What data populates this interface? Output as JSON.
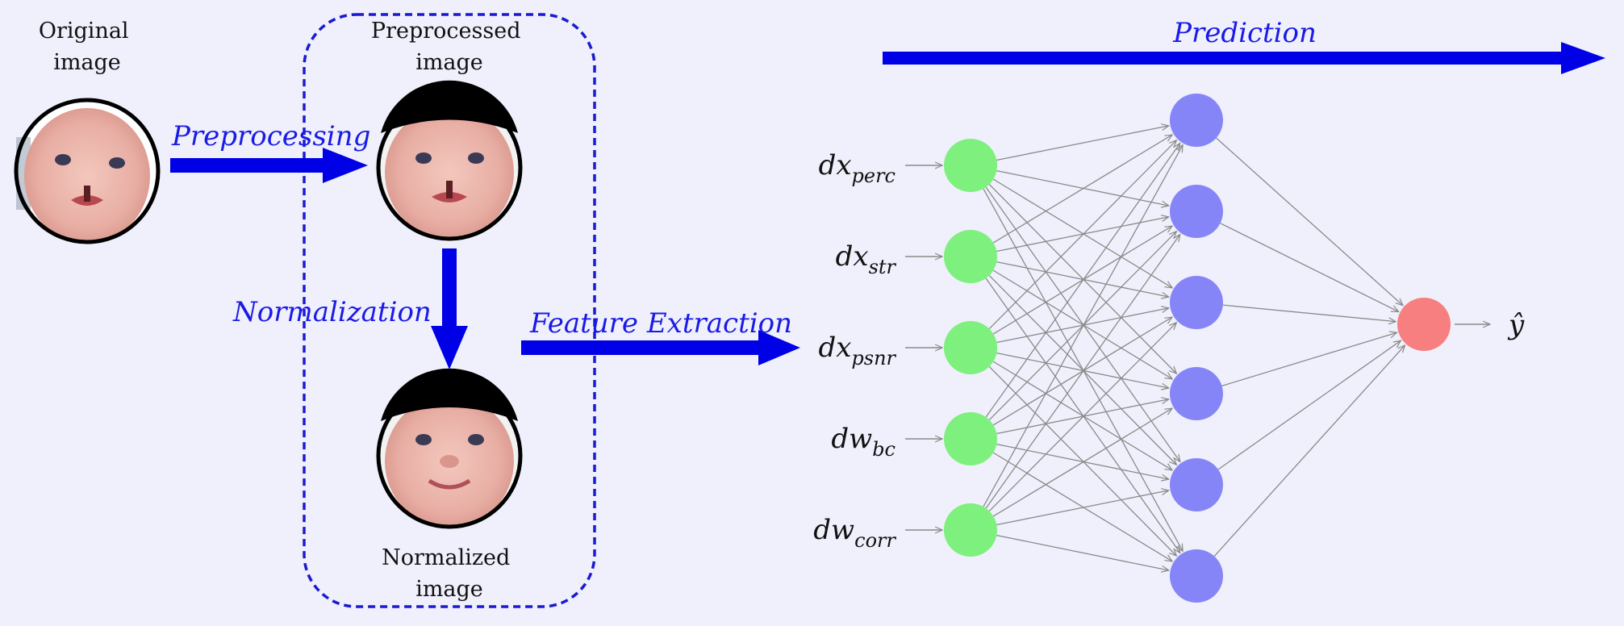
{
  "captions": {
    "original": [
      "Original",
      "image"
    ],
    "preprocessed": [
      "Preprocessed",
      "image"
    ],
    "normalized": [
      "Normalized",
      "image"
    ]
  },
  "steps": {
    "preprocessing": "Preprocessing",
    "normalization": "Normalization",
    "feature_extraction": "Feature Extraction",
    "prediction": "Prediction"
  },
  "inputs": [
    {
      "base": "dx",
      "sub": "perc"
    },
    {
      "base": "dx",
      "sub": "str"
    },
    {
      "base": "dx",
      "sub": "psnr"
    },
    {
      "base": "dw",
      "sub": "bc"
    },
    {
      "base": "dw",
      "sub": "corr"
    }
  ],
  "output": "ŷ",
  "network": {
    "input_nodes": 5,
    "hidden_nodes": 6,
    "output_nodes": 1
  },
  "colors": {
    "arrow": "#0000e6",
    "step_text": "#1a1ae6",
    "input_node": "#7ef07e",
    "hidden_node": "#8585f8",
    "output_node": "#f87f7f",
    "edge": "#8a8a8a",
    "dashed_box": "#1a1ad0"
  }
}
